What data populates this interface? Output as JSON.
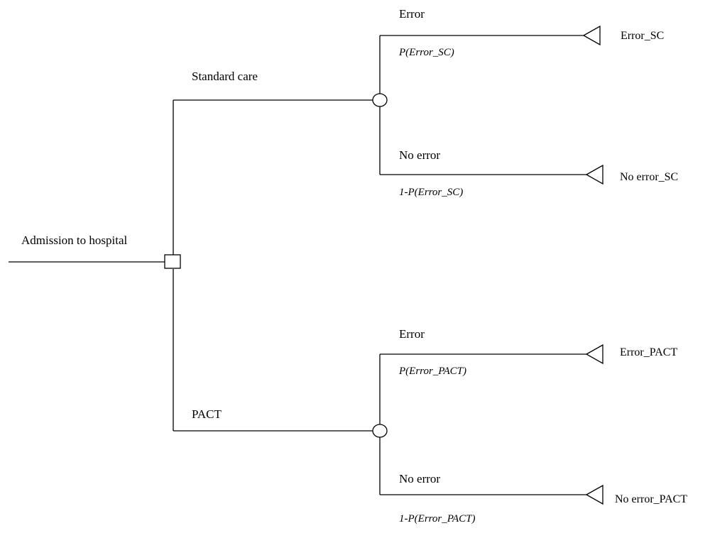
{
  "root": {
    "label": "Admission to hospital"
  },
  "branches": [
    {
      "label": "Standard care",
      "outcomes": [
        {
          "label": "Error",
          "probability": "P(Error_SC)",
          "terminal": "Error_SC"
        },
        {
          "label": "No error",
          "probability": "1-P(Error_SC)",
          "terminal": "No error_SC"
        }
      ]
    },
    {
      "label": "PACT",
      "outcomes": [
        {
          "label": "Error",
          "probability": "P(Error_PACT)",
          "terminal": "Error_PACT"
        },
        {
          "label": "No error",
          "probability": "1-P(Error_PACT)",
          "terminal": "No error_PACT"
        }
      ]
    }
  ]
}
